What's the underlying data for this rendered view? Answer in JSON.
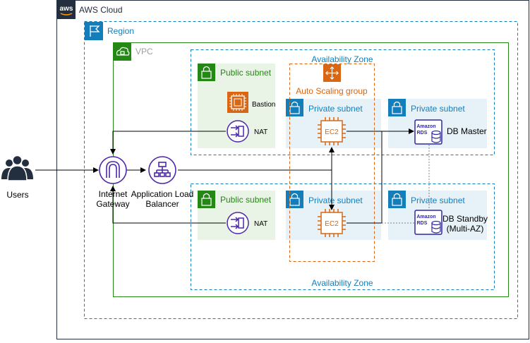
{
  "cloud": {
    "label": "AWS Cloud",
    "logo_text": "aws"
  },
  "region": {
    "label": "Region"
  },
  "vpc": {
    "label": "VPC"
  },
  "availability_zones": [
    {
      "label": "Availability Zone"
    },
    {
      "label": "Availability Zone"
    }
  ],
  "auto_scaling_group": {
    "label": "Auto Scaling group"
  },
  "subnets": {
    "public_top": {
      "label": "Public subnet"
    },
    "public_bottom": {
      "label": "Public subnet"
    },
    "private_app_top": {
      "label": "Private subnet"
    },
    "private_app_bottom": {
      "label": "Private subnet"
    },
    "private_db_top": {
      "label": "Private subnet"
    },
    "private_db_bottom": {
      "label": "Private subnet"
    }
  },
  "nodes": {
    "users": {
      "label": "Users"
    },
    "internet_gateway": {
      "label_line1": "Internet",
      "label_line2": "Gateway"
    },
    "load_balancer": {
      "label_line1": "Application Load",
      "label_line2": "Balancer"
    },
    "bastion": {
      "label": "Bastion"
    },
    "nat_top": {
      "label": "NAT"
    },
    "nat_bottom": {
      "label": "NAT"
    },
    "ec2_top": {
      "label": "EC2"
    },
    "ec2_bottom": {
      "label": "EC2"
    },
    "db_master": {
      "label": "DB Master",
      "icon_line1": "Amazon",
      "icon_line2": "RDS"
    },
    "db_standby": {
      "label_line1": "DB Standby",
      "label_line2": "(Multi-AZ)",
      "icon_line1": "Amazon",
      "icon_line2": "RDS"
    }
  },
  "colors": {
    "aws_dark": "#232F3E",
    "region_blue": "#147EBA",
    "vpc_green": "#248814",
    "subnet_public_fill": "#E9F3E6",
    "subnet_private_fill": "#E6F2F8",
    "asg_orange": "#D86613",
    "ec2_orange": "#D86613",
    "network_purple": "#4D27AA",
    "rds_blue": "#2E27AD"
  }
}
